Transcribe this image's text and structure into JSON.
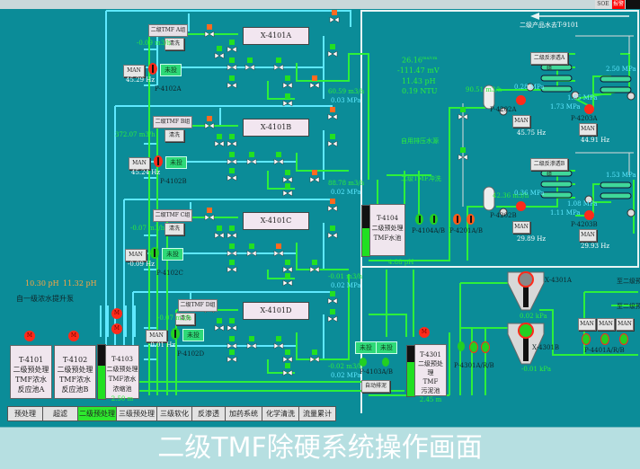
{
  "window": {
    "title_caption": "二级TMF除硬系统操作画面",
    "system_buttons": [
      "SOE",
      "报警"
    ]
  },
  "top_right_note": "二级产品水去T-9101",
  "filter_units": [
    {
      "group_label": "二级TMF A组",
      "filter_name": "X-4101A",
      "wash_button": "清洗",
      "flow": "-0.09 m3/h",
      "out_flow": "60.59 m3/h",
      "out_pressure": "0.03 MPa",
      "pump": {
        "name": "P-4102A",
        "mode": "MAN",
        "status": "未投",
        "freq": "45.29 Hz",
        "state": "stopped-red"
      }
    },
    {
      "group_label": "二级TMF B组",
      "filter_name": "X-4101B",
      "wash_button": "清洗",
      "flow": "372.07 m3/h",
      "out_flow": "88.78 m3/h",
      "out_pressure": "0.02 MPa",
      "pump": {
        "name": "P-4102B",
        "mode": "MAN",
        "status": "未投",
        "freq": "45.24 Hz",
        "state": "stopped-red"
      }
    },
    {
      "group_label": "二级TMF C组",
      "filter_name": "X-4101C",
      "wash_button": "清洗",
      "flow": "-0.07 m3/h",
      "out_flow": "-0.01 m3/h",
      "out_pressure": "0.02 MPa",
      "pump": {
        "name": "P-4102C",
        "mode": "MAN",
        "status": "未投",
        "freq": "-0.09 Hz",
        "state": "running-green"
      }
    },
    {
      "group_label": "二级TMF D组",
      "filter_name": "X-4101D",
      "wash_button": "清洗",
      "flow": "-0.07 m3/h",
      "out_flow": "-0.02 m3/h",
      "out_pressure": "0.02 MPa",
      "pump": {
        "name": "P-4102D",
        "mode": "MAN",
        "status": "未投",
        "freq": "-0.01 Hz",
        "state": "running-green"
      }
    }
  ],
  "left_readings": {
    "ph_a": "10.30 pH",
    "ph_b": "11.32 pH",
    "inlet_label": "自一级浓水提升泵"
  },
  "tanks": [
    {
      "id": "T-4101",
      "lines": [
        "T-4101",
        "二级预处理",
        "TMF浓水",
        "反应池A"
      ]
    },
    {
      "id": "T-4102",
      "lines": [
        "T-4102",
        "二级预处理",
        "TMF浓水",
        "反应池B"
      ]
    },
    {
      "id": "T-4103",
      "lines": [
        "T-4103",
        "二级预处理",
        "TMF浓水",
        "浓缩池"
      ],
      "level": "2.50 m",
      "level_fraction": 0.62
    },
    {
      "id": "T-4104",
      "lines": [
        "T-4104",
        "二级预处理",
        "TMF水池"
      ],
      "level": "",
      "level_fraction": 0.55,
      "ph": "4.88 pH"
    },
    {
      "id": "T-4301",
      "lines": [
        "T-4301",
        "二级预处理",
        "TMF",
        "污泥池"
      ],
      "level": "2.45 m",
      "level_fraction": 0.68
    }
  ],
  "water_quality": {
    "conductivity": "26.16",
    "conductivity_unit": "ms/cm",
    "orp": "-111.47 mV",
    "ph": "11.43 pH",
    "turbidity": "0.19 NTU"
  },
  "t4104_section": {
    "backwash_label": "二级TMF冲洗",
    "pressure_source_label": "自用排压水源",
    "pump_a": "P-4104A/B",
    "pump_b": "P-4201A/B"
  },
  "ro_trains": [
    {
      "label": "二级反渗透A组",
      "feed_flow": "90.51 m3/h",
      "filter": "P-4202A",
      "boost_pressure": "0.28 MPa",
      "p1": "1.65 MPa",
      "p2": "1.73 MPa",
      "hp_pump": "P-4203A",
      "hp_pressure": "2.50 MPa",
      "feed_pump_mode": "MAN",
      "feed_pump_freq": "45.75 Hz",
      "hp_pump_mode": "MAN",
      "hp_pump_freq": "44.91 Hz"
    },
    {
      "label": "二级反渗透B组",
      "feed_flow": "42.36 m3/h",
      "filter": "P-4202B",
      "boost_pressure": "0.36 MPa",
      "p1": "1.08 MPa",
      "p2": "1.11 MPa",
      "hp_pump": "P-4203B",
      "hp_pressure": "1.53 MPa",
      "feed_pump_mode": "MAN",
      "feed_pump_freq": "29.89 Hz",
      "hp_pump_mode": "MAN",
      "hp_pump_freq": "29.93 Hz"
    }
  ],
  "sludge": {
    "pumps_4103": {
      "name": "P-4103A/B",
      "status_a": "未投",
      "status_b": "未投",
      "auto_button": "自动排泥"
    },
    "pumps_4301": "P-4301A/R/B",
    "thickener_a": {
      "name": "X-4301A",
      "pressure": "0.02 kPa"
    },
    "thickener_b": {
      "name": "X-4301B",
      "pressure": "-0.01 kPa"
    },
    "pumps_4401": {
      "name": "P-4401A/R/B",
      "modes": [
        "MAN",
        "MAN",
        "MAN"
      ]
    },
    "outlet_labels": [
      "至二级预",
      "至二级预"
    ]
  },
  "tabs": [
    {
      "label": "预处理",
      "active": false
    },
    {
      "label": "超滤",
      "active": false
    },
    {
      "label": "二级预处理",
      "active": true
    },
    {
      "label": "三级预处理",
      "active": false
    },
    {
      "label": "三级软化",
      "active": false
    },
    {
      "label": "反渗透",
      "active": false
    },
    {
      "label": "加药系统",
      "active": false
    },
    {
      "label": "化学清洗",
      "active": false
    },
    {
      "label": "流量累计",
      "active": false
    }
  ],
  "colors": {
    "background": "#0b8c98",
    "pipe_green": "#2df03a",
    "pipe_cyan": "#5fe9ff",
    "alarm_red": "#ff2a1a",
    "valve_open": "#22e022",
    "valve_closed": "#ff6a20"
  }
}
